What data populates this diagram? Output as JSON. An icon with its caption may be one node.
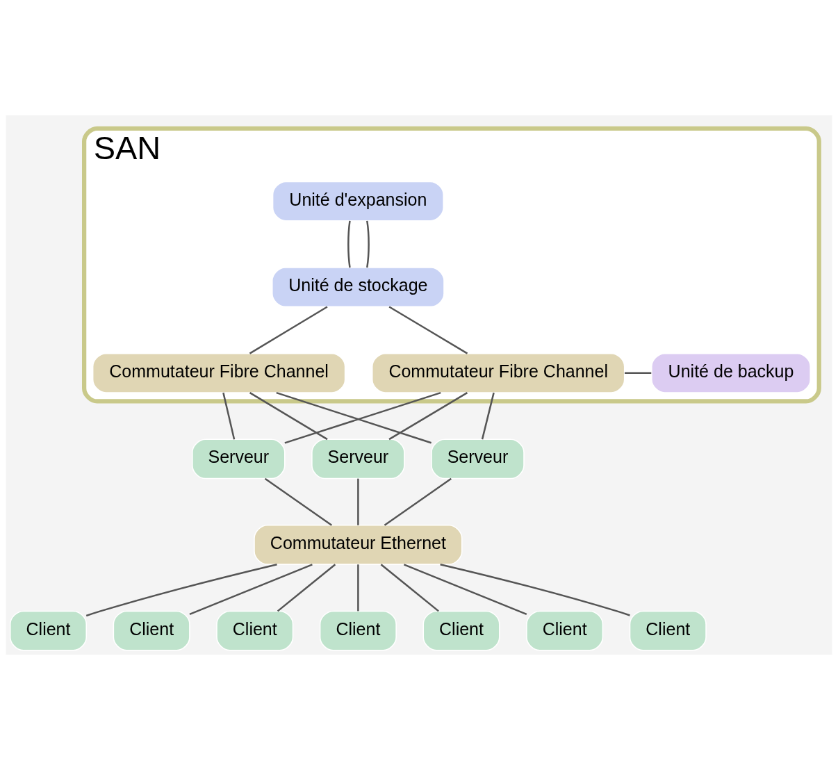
{
  "diagram": {
    "nodes": [
      {
        "text": [
          "SAN"
        ]
      },
      {
        "text": [
          "Unité d'expansion"
        ],
        "in": 0
      },
      {
        "text": [
          "Unité de stockage"
        ],
        "in": 0
      },
      {
        "text": [
          "Commutateur Fibre Channel"
        ],
        "in": 0
      },
      {
        "text": [
          "Commutateur Fibre Channel"
        ],
        "in": 0
      },
      {
        "text": [
          "Unité de backup"
        ],
        "in": 0
      },
      {
        "text": [
          "Serveur"
        ]
      },
      {
        "text": [
          "Serveur"
        ]
      },
      {
        "text": [
          "Serveur"
        ]
      },
      {
        "text": [
          "Commutateur Ethernet"
        ]
      },
      {
        "text": [
          "Client"
        ]
      },
      {
        "text": [
          "Client"
        ]
      },
      {
        "text": [
          "Client"
        ]
      },
      {
        "text": [
          "Client"
        ]
      },
      {
        "text": [
          "Client"
        ]
      },
      {
        "text": [
          "Client"
        ]
      },
      {
        "text": [
          "Client"
        ]
      }
    ],
    "edges": [
      {
        "from": 1,
        "to": 2,
        "arrow": "none"
      },
      {
        "from": 1,
        "to": 2,
        "arrow": "none"
      },
      {
        "from": 2,
        "to": 3,
        "arrow": "none"
      },
      {
        "from": 2,
        "to": 4,
        "arrow": "none"
      },
      {
        "from": 4,
        "to": 5,
        "arrow": "none"
      },
      {
        "from": 3,
        "to": 6,
        "arrow": "none"
      },
      {
        "from": 3,
        "to": 7,
        "arrow": "none"
      },
      {
        "from": 3,
        "to": 8,
        "arrow": "none"
      },
      {
        "from": 4,
        "to": 6,
        "arrow": "none"
      },
      {
        "from": 4,
        "to": 7,
        "arrow": "none"
      },
      {
        "from": 4,
        "to": 8,
        "arrow": "none"
      },
      {
        "from": 6,
        "to": 9,
        "arrow": "none"
      },
      {
        "from": 7,
        "to": 9,
        "arrow": "none"
      },
      {
        "from": 8,
        "to": 9,
        "arrow": "none"
      },
      {
        "from": 9,
        "to": 10,
        "arrow": "none"
      },
      {
        "from": 9,
        "to": 14,
        "arrow": "none"
      },
      {
        "from": 9,
        "to": 11,
        "arrow": "none"
      },
      {
        "from": 9,
        "to": 15,
        "arrow": "none"
      },
      {
        "from": 9,
        "to": 12,
        "arrow": "none"
      },
      {
        "from": 9,
        "to": 16,
        "arrow": "none"
      },
      {
        "from": 9,
        "to": 13,
        "arrow": "none"
      }
    ]
  }
}
